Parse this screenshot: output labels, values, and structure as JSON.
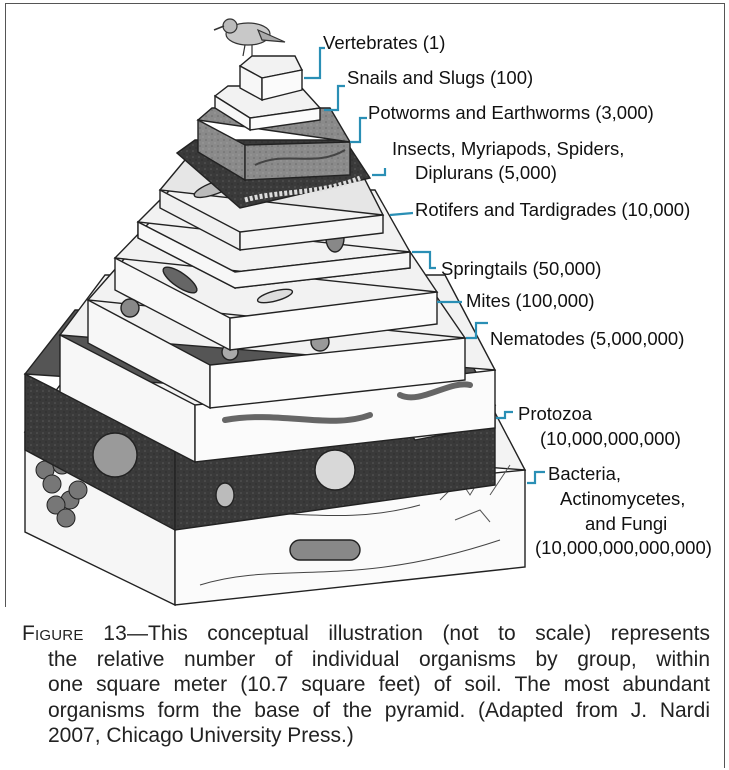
{
  "figure": {
    "layers": [
      {
        "label": "Vertebrates (1)"
      },
      {
        "label": "Snails and Slugs (100)"
      },
      {
        "label": "Potworms and Earthworms (3,000)"
      },
      {
        "label_lines": [
          "Insects, Myriapods, Spiders,",
          "Diplurans (5,000)"
        ]
      },
      {
        "label": "Rotifers and Tardigrades (10,000)"
      },
      {
        "label": "Springtails (50,000)"
      },
      {
        "label": "Mites (100,000)"
      },
      {
        "label": "Nematodes (5,000,000)"
      },
      {
        "label_lines": [
          "Protozoa",
          "(10,000,000,000)"
        ]
      },
      {
        "label_lines": [
          "Bacteria,",
          "Actinomycetes,",
          "and Fungi",
          "(10,000,000,000,000)"
        ]
      }
    ],
    "leader_color": "#2a8fb5",
    "caption": {
      "lead": "Figure 13",
      "line1": "—This conceptual illustration (not to scale) represents",
      "line2": "the relative number of individual organisms by group, within",
      "line3": "one square meter (10.7 square feet) of soil. The most abundant",
      "line4": "organisms form the base of the pyramid. (Adapted from J. Nardi",
      "line5": "2007, Chicago University Press.)"
    }
  }
}
